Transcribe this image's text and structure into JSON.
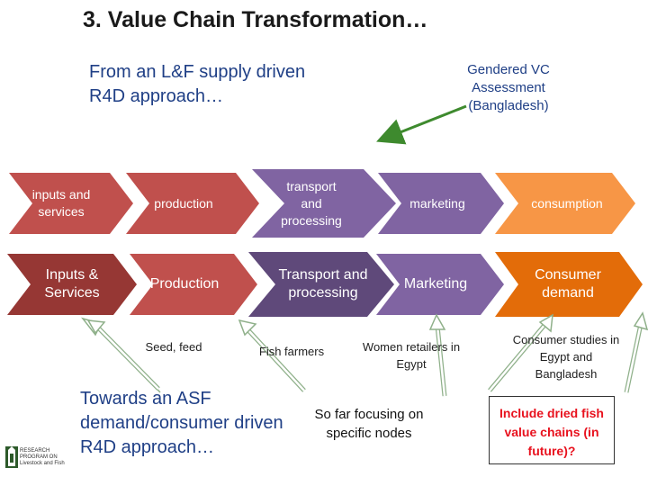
{
  "title": "3. Value Chain Transformation…",
  "from_text": "From an L&F supply driven R4D approach…",
  "gendered_vc": "Gendered VC Assessment (Bangladesh)",
  "row1": [
    "inputs and services",
    "production",
    "transport and processing",
    "marketing",
    "consumption"
  ],
  "row2": [
    "Inputs & Services",
    "Production",
    "Transport and processing",
    "Marketing",
    "Consumer demand"
  ],
  "notes": {
    "seed_feed": "Seed, feed",
    "fish_farmers": "Fish farmers",
    "women_retailers": "Women retailers in Egypt",
    "consumer_studies": "Consumer studies in Egypt and Bangladesh"
  },
  "towards_text": "Towards an ASF demand/consumer driven R4D approach…",
  "so_far": "So far focusing on specific nodes",
  "include_dried": "Include dried fish value chains (in future)?",
  "logo_text": "RESEARCH PROGRAM ON Livestock and Fish",
  "colors": {
    "red": "#c0504d",
    "dark_red": "#963734",
    "purple": "#8064a2",
    "dark_purple": "#5f497a",
    "orange": "#f79646",
    "dark_orange": "#e36c09",
    "green_arrow": "#3e8a2e",
    "outline_arrow": "#8fb08a"
  }
}
